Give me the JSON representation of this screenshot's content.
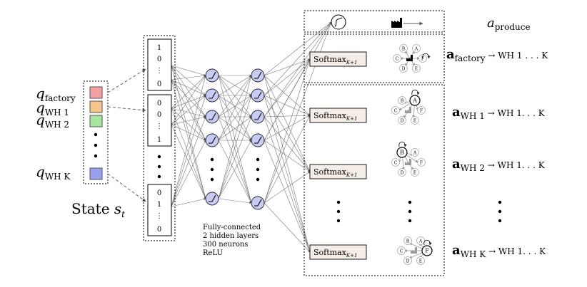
{
  "state": {
    "labels": [
      "q_factory",
      "q_WH 1",
      "q_WH 2",
      "q_WH K"
    ],
    "colors": [
      "#f4a0a0",
      "#f7c48c",
      "#a8e6a0",
      "#9aa0f0"
    ],
    "title": "State s_t"
  },
  "onehot": {
    "top": [
      "1",
      "0",
      "⋮",
      "0"
    ],
    "second": [
      "0",
      "0",
      "⋮",
      "1"
    ],
    "bottom": [
      "0",
      "1",
      "⋮",
      "0"
    ]
  },
  "mlp": {
    "caption": [
      "Fully-connected",
      "2 hidden layers",
      "300 neurons",
      "ReLU"
    ]
  },
  "heads": {
    "softmax_label": "Softmax",
    "softmax_sub": "K+1",
    "produce_label": "a_produce",
    "rows": [
      {
        "action": "a_factory",
        "arrow": "→",
        "dest": "WH 1 . . . K"
      },
      {
        "action": "a_WH 1",
        "arrow": "→",
        "dest": "WH 1. . . K"
      },
      {
        "action": "a_WH 2",
        "arrow": "→",
        "dest": "WH 1. . . K"
      },
      {
        "action": "a_WH K",
        "arrow": "→",
        "dest": "WH 1. . . K"
      }
    ]
  },
  "graph_nodes": [
    "A",
    "B",
    "C",
    "D",
    "E",
    "F"
  ],
  "colors": {
    "neuron_fill": "#c8ccf0",
    "softmax_fill": "#f5eee8",
    "edge": "#555555"
  }
}
